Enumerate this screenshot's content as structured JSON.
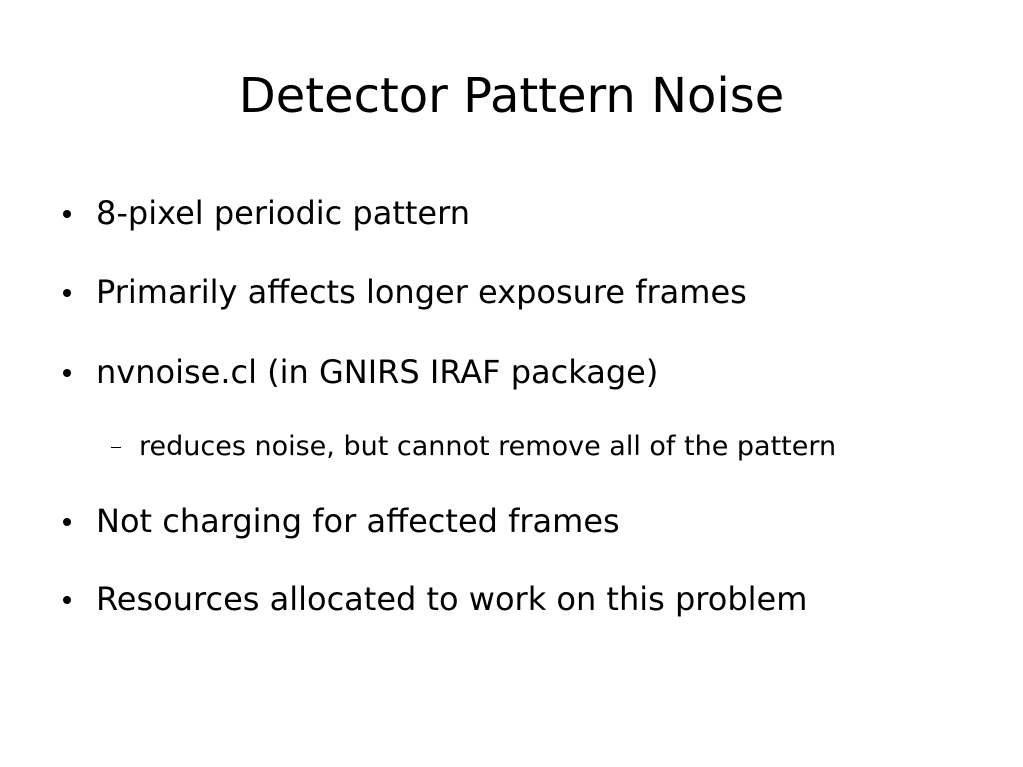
{
  "slide": {
    "title": "Detector Pattern Noise",
    "bullets": [
      {
        "level": 1,
        "text": "8-pixel periodic pattern"
      },
      {
        "level": 1,
        "text": "Primarily affects longer exposure frames"
      },
      {
        "level": 1,
        "text": "nvnoise.cl (in GNIRS IRAF package)"
      },
      {
        "level": 2,
        "text": "reduces noise, but cannot remove all of the pattern"
      },
      {
        "level": 1,
        "text": "Not charging for affected frames"
      },
      {
        "level": 1,
        "text": "Resources allocated to work on this problem"
      }
    ]
  }
}
